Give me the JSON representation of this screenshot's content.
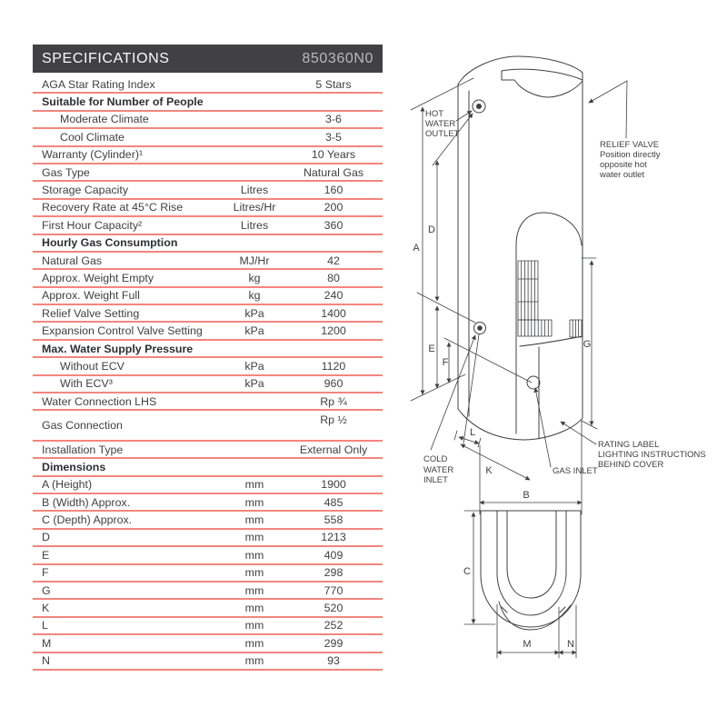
{
  "header": {
    "title": "SPECIFICATIONS",
    "model": "850360N0"
  },
  "colors": {
    "bar_bg": "#414042",
    "bar_model_text": "#b9babc",
    "accent_line": "#f4857d",
    "text": "#414143"
  },
  "table": {
    "rows": [
      {
        "type": "data",
        "label": "AGA Star Rating Index",
        "unit": "",
        "value": "5 Stars"
      },
      {
        "type": "section",
        "label": "Suitable for Number of People"
      },
      {
        "type": "data",
        "indent": true,
        "label": "Moderate Climate",
        "unit": "",
        "value": "3-6"
      },
      {
        "type": "data",
        "indent": true,
        "label": "Cool Climate",
        "unit": "",
        "value": "3-5"
      },
      {
        "type": "data",
        "label": "Warranty (Cylinder)¹",
        "unit": "",
        "value": "10 Years"
      },
      {
        "type": "data",
        "label": "Gas Type",
        "unit": "",
        "value": "Natural Gas"
      },
      {
        "type": "data",
        "label": "Storage Capacity",
        "unit": "Litres",
        "value": "160"
      },
      {
        "type": "data",
        "label": "Recovery Rate at 45°C Rise",
        "unit": "Litres/Hr",
        "value": "200"
      },
      {
        "type": "data",
        "label": "First Hour Capacity²",
        "unit": "Litres",
        "value": "360"
      },
      {
        "type": "section",
        "label": "Hourly Gas Consumption"
      },
      {
        "type": "data",
        "label": "Natural Gas",
        "unit": "MJ/Hr",
        "value": "42"
      },
      {
        "type": "data",
        "label": "Approx. Weight Empty",
        "unit": "kg",
        "value": "80"
      },
      {
        "type": "data",
        "label": "Approx. Weight Full",
        "unit": "kg",
        "value": "240"
      },
      {
        "type": "data",
        "label": "Relief Valve Setting",
        "unit": "kPa",
        "value": "1400"
      },
      {
        "type": "data",
        "label": "Expansion Control Valve Setting",
        "unit": "kPa",
        "value": "1200"
      },
      {
        "type": "section",
        "label": "Max. Water Supply Pressure"
      },
      {
        "type": "data",
        "indent": true,
        "label": "Without ECV",
        "unit": "kPa",
        "value": "1120"
      },
      {
        "type": "data",
        "indent": true,
        "label": "With ECV³",
        "unit": "kPa",
        "value": "960"
      },
      {
        "type": "data",
        "label": "Water Connection LHS",
        "unit": "",
        "value": "Rp ¾"
      },
      {
        "type": "data",
        "tall": true,
        "label": "Gas Connection",
        "unit": "",
        "value": "Rp ½"
      },
      {
        "type": "data",
        "label": "Installation Type",
        "unit": "",
        "value": "External Only"
      },
      {
        "type": "section",
        "label": "Dimensions"
      },
      {
        "type": "data",
        "label": "A (Height)",
        "unit": "mm",
        "value": "1900"
      },
      {
        "type": "data",
        "label": "B (Width) Approx.",
        "unit": "mm",
        "value": "485"
      },
      {
        "type": "data",
        "label": "C (Depth) Approx.",
        "unit": "mm",
        "value": "558"
      },
      {
        "type": "data",
        "label": "D",
        "unit": "mm",
        "value": "1213"
      },
      {
        "type": "data",
        "label": "E",
        "unit": "mm",
        "value": "409"
      },
      {
        "type": "data",
        "label": "F",
        "unit": "mm",
        "value": "298"
      },
      {
        "type": "data",
        "label": "G",
        "unit": "mm",
        "value": "770"
      },
      {
        "type": "data",
        "label": "K",
        "unit": "mm",
        "value": "520"
      },
      {
        "type": "data",
        "label": "L",
        "unit": "mm",
        "value": "252"
      },
      {
        "type": "data",
        "label": "M",
        "unit": "mm",
        "value": "299"
      },
      {
        "type": "data",
        "label": "N",
        "unit": "mm",
        "value": "93"
      }
    ]
  },
  "diagram": {
    "callouts": {
      "hot_water_outlet": [
        "HOT",
        "WATER",
        "OUTLET"
      ],
      "relief_valve": [
        "RELIEF VALVE",
        "Position directly",
        "opposite hot",
        "water outlet"
      ],
      "cold_water_inlet": [
        "COLD",
        "WATER",
        "INLET"
      ],
      "gas_inlet": [
        "GAS INLET"
      ],
      "rating_label": [
        "RATING LABEL",
        "LIGHTING INSTRUCTIONS",
        "BEHIND COVER"
      ]
    },
    "letters": {
      "a": "A",
      "b": "B",
      "c": "C",
      "d": "D",
      "e": "E",
      "f": "F",
      "g": "G",
      "k": "K",
      "l": "L",
      "m": "M",
      "n": "N"
    }
  }
}
